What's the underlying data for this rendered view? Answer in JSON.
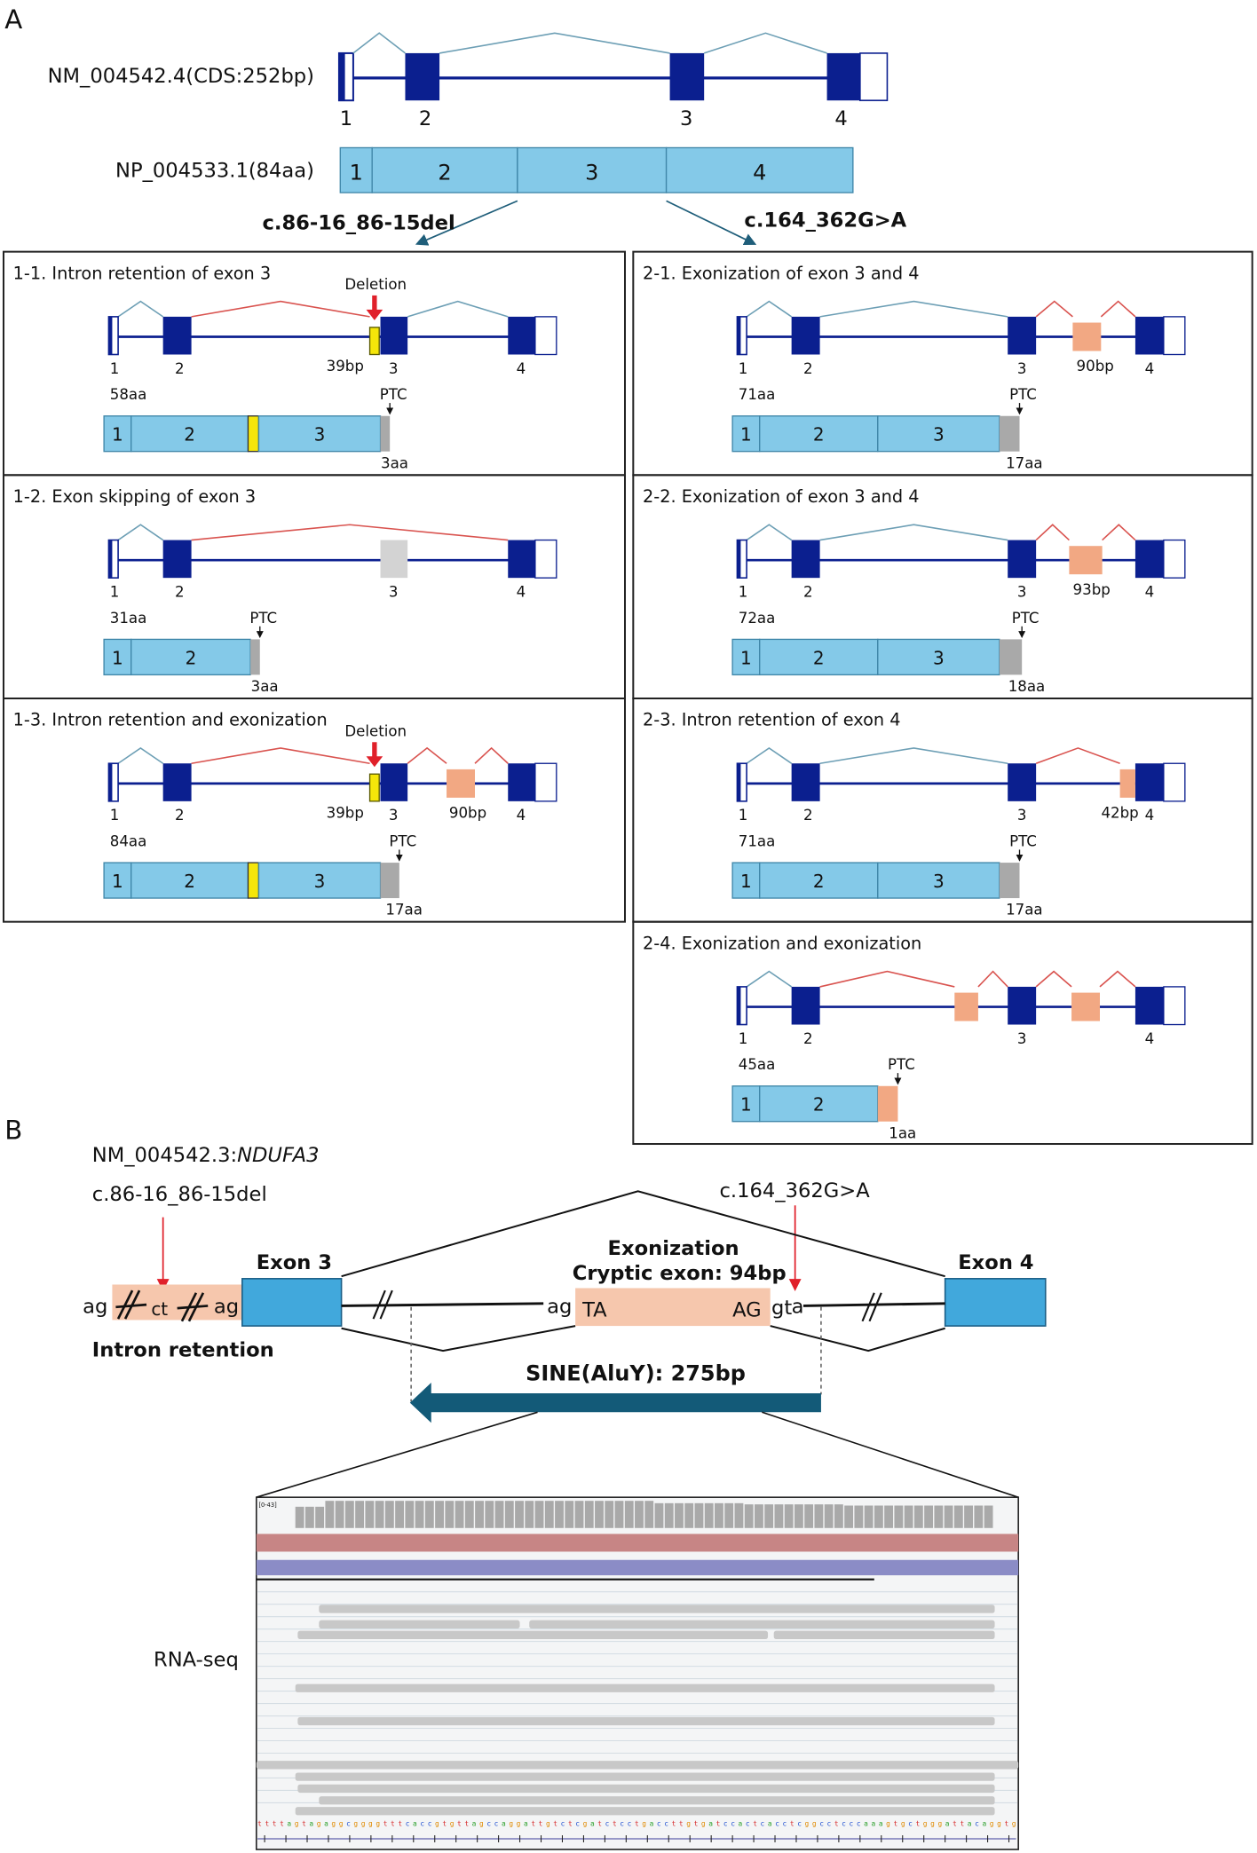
{
  "panel_letters": {
    "a": "A",
    "b": "B"
  },
  "colors": {
    "exon_navy": "#0b1f8f",
    "protein_blue": "#84c9e8",
    "normal_splice": "#6d9fb5",
    "aberrant_splice": "#d9534f",
    "cryptic_exon": "#f2a883",
    "deletion_yellow": "#f5e60a",
    "ptc_tail": "#a9a9a9",
    "alu_arrow": "#135a78",
    "red_text": "#e0202a"
  },
  "reference": {
    "transcript_label": "NM_004542.4(CDS:252bp)",
    "exon_labels": [
      "1",
      "2",
      "3",
      "4"
    ],
    "protein_label": "NP_004533.1(84aa)",
    "protein_segments": [
      "1",
      "2",
      "3",
      "4"
    ],
    "variant_left": "c.86-16_86-15del",
    "variant_right": "c.164_362G>A"
  },
  "panels": [
    {
      "id": "1-1",
      "title": "1-1. Intron retention of exon 3",
      "deletion_label": "Deletion",
      "bp_label": "39bp",
      "exon_labels": [
        "1",
        "2",
        "3",
        "4"
      ],
      "aa_label": "58aa",
      "ptc_label": "PTC",
      "tail_label": "3aa",
      "protein_segments": [
        "1",
        "2",
        "3"
      ]
    },
    {
      "id": "1-2",
      "title": "1-2. Exon skipping of exon 3",
      "exon_labels": [
        "1",
        "2",
        "3",
        "4"
      ],
      "aa_label": "31aa",
      "ptc_label": "PTC",
      "tail_label": "3aa",
      "protein_segments": [
        "1",
        "2"
      ]
    },
    {
      "id": "1-3",
      "title": "1-3. Intron retention and exonization",
      "deletion_label": "Deletion",
      "bp_label": "39bp",
      "bp_label2": "90bp",
      "exon_labels": [
        "1",
        "2",
        "3",
        "4"
      ],
      "aa_label": "84aa",
      "ptc_label": "PTC",
      "tail_label": "17aa",
      "protein_segments": [
        "1",
        "2",
        "3"
      ]
    },
    {
      "id": "2-1",
      "title": "2-1. Exonization of exon 3 and 4",
      "bp_label": "90bp",
      "exon_labels": [
        "1",
        "2",
        "3",
        "4"
      ],
      "aa_label": "71aa",
      "ptc_label": "PTC",
      "tail_label": "17aa",
      "protein_segments": [
        "1",
        "2",
        "3"
      ]
    },
    {
      "id": "2-2",
      "title": "2-2. Exonization of exon 3 and 4",
      "bp_label": "93bp",
      "exon_labels": [
        "1",
        "2",
        "3",
        "4"
      ],
      "aa_label": "72aa",
      "ptc_label": "PTC",
      "tail_label": "18aa",
      "protein_segments": [
        "1",
        "2",
        "3"
      ]
    },
    {
      "id": "2-3",
      "title": "2-3. Intron retention of exon 4",
      "bp_label": "42bp",
      "exon_labels": [
        "1",
        "2",
        "3",
        "4"
      ],
      "aa_label": "71aa",
      "ptc_label": "PTC",
      "tail_label": "17aa",
      "protein_segments": [
        "1",
        "2",
        "3"
      ]
    },
    {
      "id": "2-4",
      "title": "2-4. Exonization and exonization",
      "exon_labels": [
        "1",
        "2",
        "3",
        "4"
      ],
      "aa_label": "45aa",
      "ptc_label": "PTC",
      "tail_label": "1aa",
      "protein_segments": [
        "1",
        "2"
      ]
    }
  ],
  "mechanism": {
    "transcript_prefix": "NM_004542.3:",
    "gene": "NDUFA3",
    "variant_left": "c.86-16_86-15del",
    "variant_right": "c.164_362G>A",
    "ag_left": "ag",
    "ct": "ct",
    "ag_mid": "ag",
    "exon3": "Exon 3",
    "exon4": "Exon 4",
    "ag_acceptor": "ag",
    "TA": "TA",
    "AG": "AG",
    "gt": "gt",
    "a": "a",
    "exonization": "Exonization",
    "cryptic_exon": "Cryptic exon: 94bp",
    "intron_retention": "Intron retention",
    "sine": "SINE(AluY): 275bp"
  },
  "igv": {
    "track_label": "RNA-seq",
    "coverage_range": "[0-43]",
    "sequence": "ttttagtagaggcggggtttcaccgtgttagccaggattgtctcgatctcctgaccttgtgatccactcacctcggcctcccaaagtgctgggattacaggtg"
  }
}
